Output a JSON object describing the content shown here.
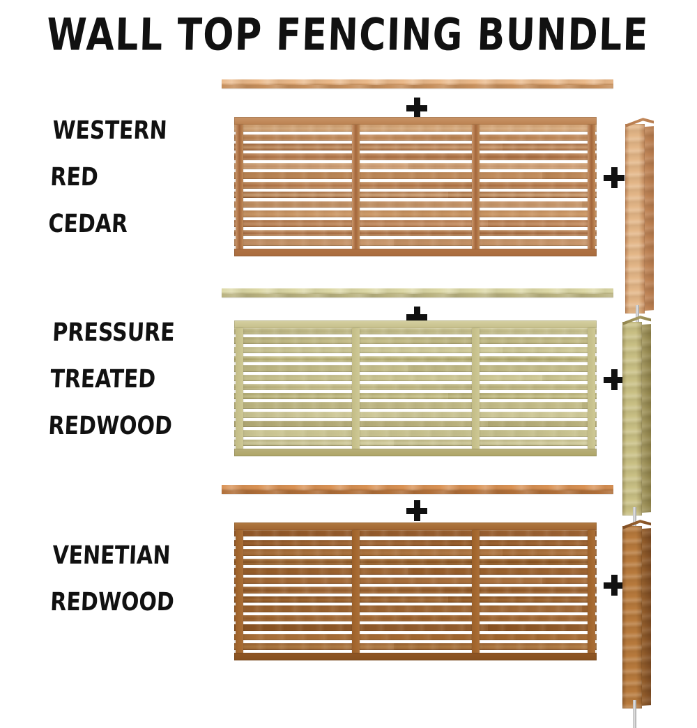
{
  "page": {
    "title": "WALL TOP FENCING BUNDLE",
    "background": "#ffffff",
    "ink": "#111111"
  },
  "plus_glyph": "+",
  "sections": [
    {
      "id": "cedar",
      "label_lines": [
        "WESTERN",
        "RED",
        "CEDAR"
      ],
      "product": "Western Red Cedar wall top fencing bundle",
      "parts": [
        {
          "name": "top-rail",
          "kind": "capping-rail"
        },
        {
          "name": "fence-panel",
          "kind": "slatted-panel",
          "slat_count": 13,
          "batten_count": 4
        },
        {
          "name": "fence-post",
          "kind": "post-with-spike"
        }
      ],
      "colors": {
        "rail_face": "#e8b98b",
        "rail_edge": "#c9935f",
        "panel_light": "#d8a777",
        "panel_mid": "#c08a55",
        "panel_dark": "#a5apprx",
        "panel_deep": "#9a5c32",
        "post_front": "#e0b183",
        "post_side": "#c58f5c",
        "post_top": "#b07a4b"
      }
    },
    {
      "id": "treated",
      "label_lines": [
        "PRESSURE",
        "TREATED",
        "REDWOOD"
      ],
      "product": "Pressure Treated Redwood wall top fencing bundle",
      "parts": [
        {
          "name": "top-rail",
          "kind": "capping-rail"
        },
        {
          "name": "fence-panel",
          "kind": "slatted-panel",
          "slat_count": 13,
          "batten_count": 4
        },
        {
          "name": "fence-post",
          "kind": "post-with-spike"
        }
      ],
      "colors": {
        "rail_face": "#ddd9a8",
        "rail_edge": "#bcb581",
        "panel_light": "#d8d4a6",
        "panel_mid": "#c3bd86",
        "panel_dark": "#aaa268",
        "panel_deep": "#948c55",
        "post_front": "#c8bf82",
        "post_side": "#a89c63",
        "post_top": "#8e8049"
      }
    },
    {
      "id": "venetian",
      "label_lines": [
        "VENETIAN",
        "REDWOOD"
      ],
      "product": "Venetian Redwood wall top fencing bundle",
      "parts": [
        {
          "name": "top-rail",
          "kind": "capping-rail"
        },
        {
          "name": "fence-panel",
          "kind": "slatted-panel",
          "slat_count": 13,
          "batten_count": 4
        },
        {
          "name": "fence-post",
          "kind": "post-with-spike"
        }
      ],
      "colors": {
        "rail_face": "#d89154",
        "rail_edge": "#b2703a",
        "panel_light": "#b9norm",
        "panel_mid": "#a4672f",
        "panel_dark": "#8d5426",
        "panel_deep": "#76421c",
        "post_front": "#bb7a3c",
        "post_side": "#9a5f2c",
        "post_top": "#7d4a21"
      }
    }
  ]
}
